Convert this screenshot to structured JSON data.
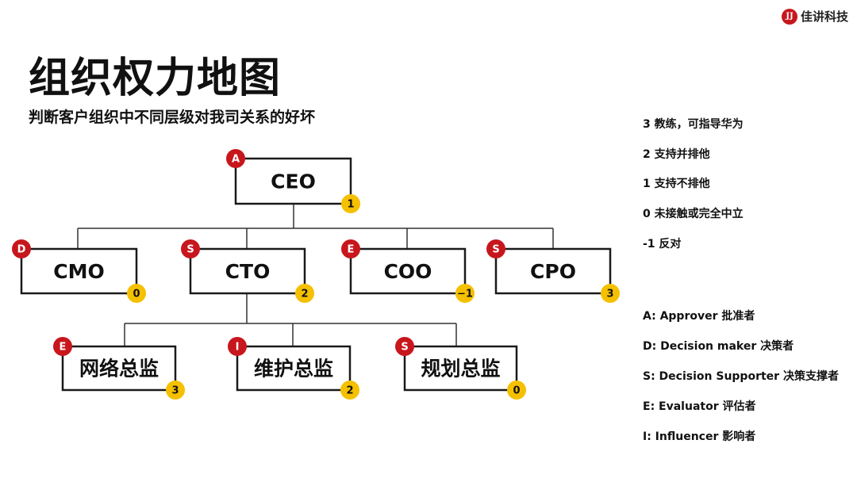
{
  "brand": {
    "mark": "JJ",
    "name": "佳讲科技"
  },
  "title": "组织权力地图",
  "subtitle": "判断客户组织中不同层级对我司关系的好坏",
  "nodes": [
    {
      "id": "ceo",
      "label": "CEO",
      "role": "A",
      "score": "1"
    },
    {
      "id": "cmo",
      "label": "CMO",
      "role": "D",
      "score": "0"
    },
    {
      "id": "cto",
      "label": "CTO",
      "role": "S",
      "score": "2"
    },
    {
      "id": "coo",
      "label": "COO",
      "role": "E",
      "score": "−1"
    },
    {
      "id": "cpo",
      "label": "CPO",
      "role": "S",
      "score": "3"
    },
    {
      "id": "net",
      "label": "网络总监",
      "role": "E",
      "score": "3"
    },
    {
      "id": "mnt",
      "label": "维护总监",
      "role": "I",
      "score": "2"
    },
    {
      "id": "plan",
      "label": "规划总监",
      "role": "S",
      "score": "0"
    }
  ],
  "score_legend": [
    "3 教练，可指导华为",
    "2 支持并排他",
    "1 支持不排他",
    "0 未接触或完全中立",
    "-1  反对"
  ],
  "role_legend": [
    "A: Approver 批准者",
    "D: Decision maker 决策者",
    "S: Decision Supporter 决策支撑者",
    "E: Evaluator 评估者",
    "I: Influencer 影响者"
  ],
  "colors": {
    "role_badge": "#c8161d",
    "score_badge": "#f5c000"
  }
}
